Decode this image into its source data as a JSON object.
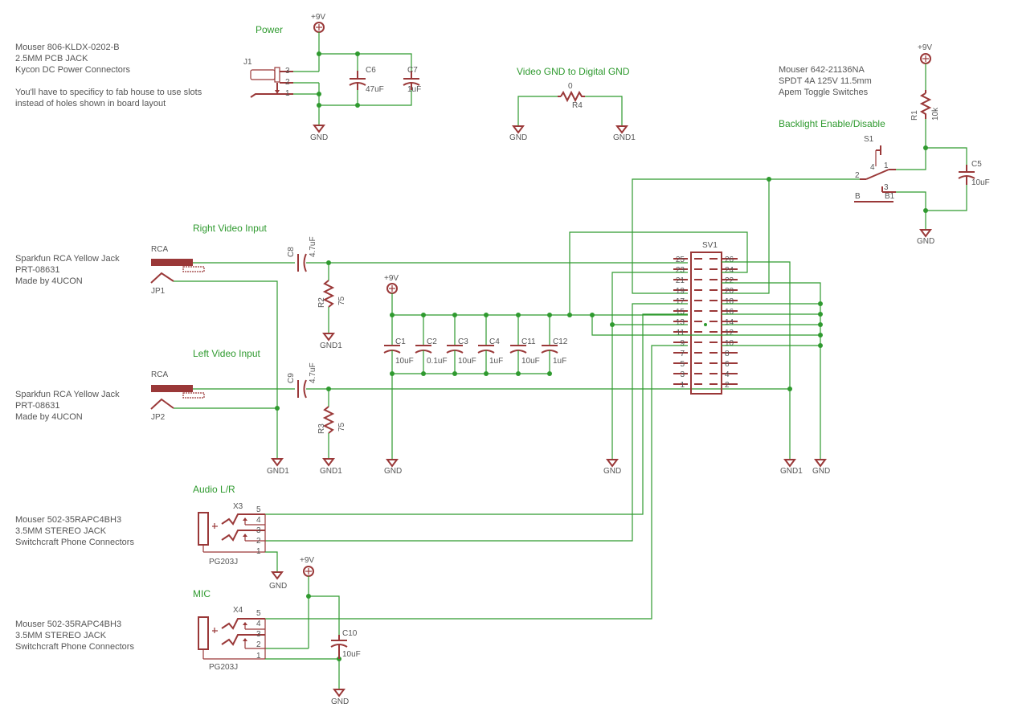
{
  "notes": {
    "power_conn": [
      "Mouser 806-KLDX-0202-B",
      "2.5MM PCB JACK",
      "Kycon DC Power Connectors",
      "",
      "You'll have to specificy to fab house to use slots",
      "instead of holes shown in board layout"
    ],
    "toggle": [
      "Mouser 642-21136NA",
      "SPDT 4A 125V 11.5mm",
      "Apem Toggle Switches"
    ],
    "rca1": [
      "Sparkfun RCA Yellow Jack",
      "PRT-08631",
      "Made by 4UCON"
    ],
    "rca2": [
      "Sparkfun RCA Yellow Jack",
      "PRT-08631",
      "Made by 4UCON"
    ],
    "audio": [
      "Mouser 502-35RAPC4BH3",
      "3.5MM STEREO JACK",
      "Switchcraft Phone Connectors"
    ],
    "mic": [
      "Mouser 502-35RAPC4BH3",
      "3.5MM STEREO JACK",
      "Switchcraft Phone Connectors"
    ]
  },
  "nets": {
    "power": "Power",
    "video_gnd": "Video GND to Digital GND",
    "backlight": "Backlight Enable/Disable",
    "right_video": "Right Video Input",
    "left_video": "Left Video Input",
    "audio": "Audio L/R",
    "mic": "MIC"
  },
  "symbols": {
    "vcc": "+9V",
    "gnd": "GND",
    "gnd1": "GND1"
  },
  "parts": {
    "J1": "J1",
    "J1_pins": [
      "3",
      "2",
      "1"
    ],
    "C6": [
      "C6",
      "47uF"
    ],
    "C7": [
      "C7",
      "1uF"
    ],
    "R4": [
      "R4",
      "0"
    ],
    "R1": [
      "R1",
      "10k"
    ],
    "S1": "S1",
    "S1_pins": [
      "4",
      "1",
      "2",
      "3"
    ],
    "S1_nets": [
      "B",
      "B1"
    ],
    "C5": [
      "C5",
      "10uF"
    ],
    "rca_label": "RCA",
    "JP1": "JP1",
    "JP2": "JP2",
    "C8": [
      "C8",
      "4.7uF"
    ],
    "C9": [
      "C9",
      "4.7uF"
    ],
    "R2": [
      "R2",
      "75"
    ],
    "R3": [
      "R3",
      "75"
    ],
    "bank": [
      {
        "name": "C1",
        "value": "10uF"
      },
      {
        "name": "C2",
        "value": "0.1uF"
      },
      {
        "name": "C3",
        "value": "10uF"
      },
      {
        "name": "C4",
        "value": "1uF"
      },
      {
        "name": "C11",
        "value": "10uF"
      },
      {
        "name": "C12",
        "value": "1uF"
      }
    ],
    "SV1": "SV1",
    "SV1_left": [
      "25",
      "23",
      "21",
      "19",
      "17",
      "15",
      "13",
      "11",
      "9",
      "7",
      "5",
      "3",
      "1"
    ],
    "SV1_right": [
      "26",
      "24",
      "22",
      "20",
      "18",
      "16",
      "14",
      "12",
      "10",
      "8",
      "6",
      "4",
      "2"
    ],
    "X3": "X3",
    "X4": "X4",
    "jack_pins": [
      "5",
      "4",
      "3",
      "2",
      "1"
    ],
    "jack_part": "PG203J",
    "C10": [
      "C10",
      "10uF"
    ]
  }
}
